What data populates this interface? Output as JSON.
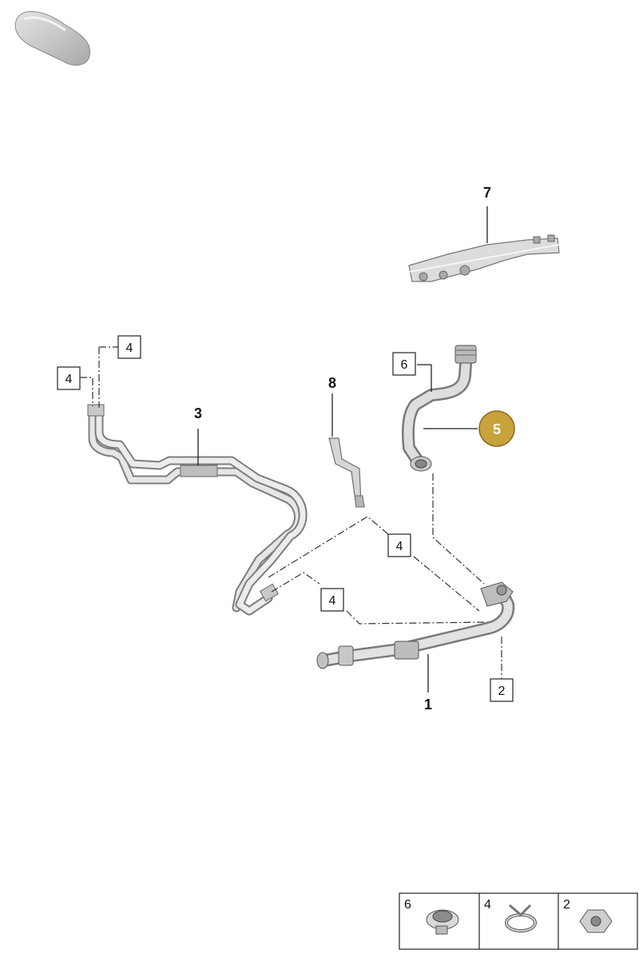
{
  "callouts": {
    "p1": "1",
    "p3": "3",
    "p5": "5",
    "p7": "7",
    "p8": "8"
  },
  "boxes": {
    "b4_top": "4",
    "b4_left": "4",
    "b6": "6",
    "b4_mid": "4",
    "b4_low": "4",
    "b2": "2"
  },
  "legend": {
    "cell1": "6",
    "cell2": "4",
    "cell3": "2"
  },
  "colors": {
    "highlight": "#c8a23a",
    "part_fill": "#d9d9d9",
    "part_shadow": "#9a9a9a"
  }
}
